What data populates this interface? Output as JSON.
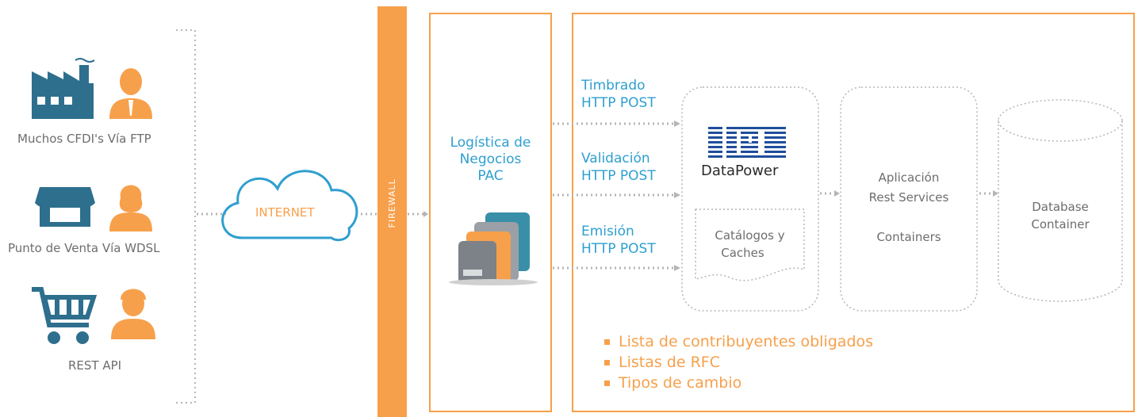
{
  "clients": [
    {
      "label": "Muchos CFDI's Vía FTP",
      "icon": "factory-icon",
      "person": "businessman-icon"
    },
    {
      "label": "Punto de Venta Vía WDSL",
      "icon": "storefront-icon",
      "person": "businesswoman-icon"
    },
    {
      "label": "REST API",
      "icon": "shopping-cart-icon",
      "person": "delivery-person-icon"
    }
  ],
  "internet": {
    "label": "INTERNET"
  },
  "firewall": {
    "label": "FIREWALL"
  },
  "pac": {
    "title_line1": "Logística de",
    "title_line2": "Negocios",
    "title_line3": "PAC",
    "icon": "documents-stack-icon"
  },
  "flows": [
    {
      "line1": "Timbrado",
      "line2": "HTTP POST"
    },
    {
      "line1": "Validación",
      "line2": "HTTP POST"
    },
    {
      "line1": "Emisión",
      "line2": "HTTP POST"
    }
  ],
  "datapower": {
    "logo": "IBM",
    "label": "DataPower",
    "catalog_line1": "Catálogos y",
    "catalog_line2": "Caches"
  },
  "app": {
    "line1": "Aplicación",
    "line2": "Rest Services",
    "line3": "Containers"
  },
  "database": {
    "line1": "Database",
    "line2": "Container"
  },
  "notes": [
    "Lista de contribuyentes obligados",
    "Listas de RFC",
    "Tipos de cambio"
  ],
  "colors": {
    "orange": "#f7a04b",
    "blue": "#2e9fcf",
    "gray": "#6d6d6d",
    "dotted": "#b5b5b5"
  }
}
